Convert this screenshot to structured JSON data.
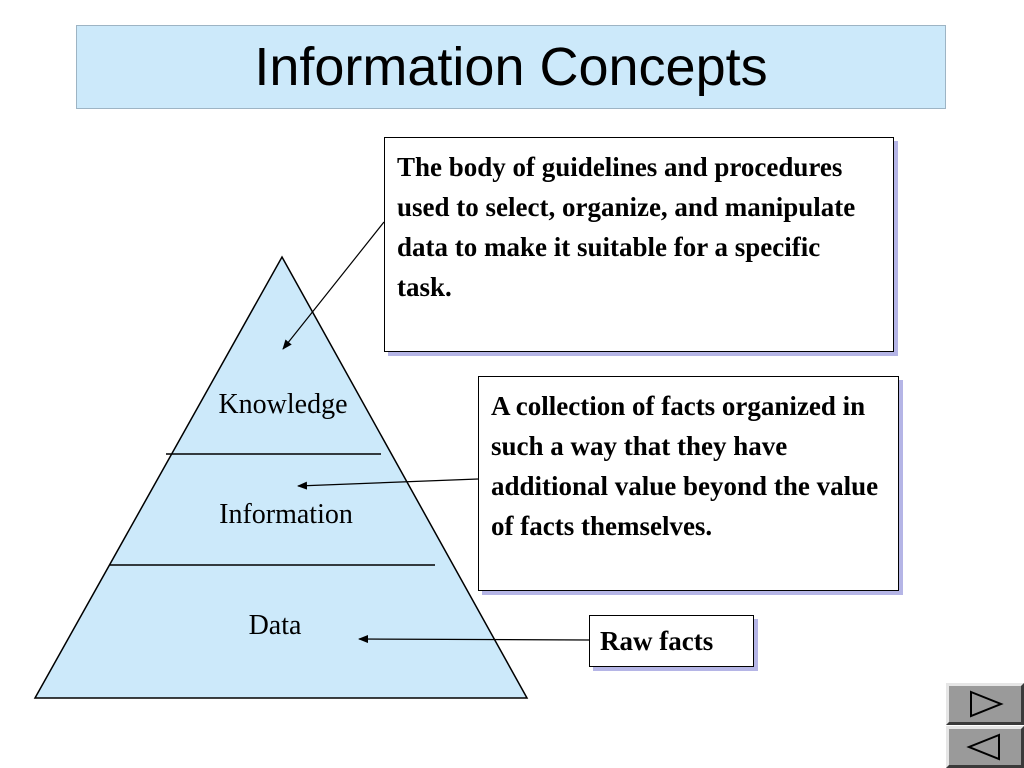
{
  "title": "Information Concepts",
  "pyramid": {
    "levels": [
      {
        "label": "Knowledge"
      },
      {
        "label": "Information"
      },
      {
        "label": "Data"
      }
    ]
  },
  "callouts": {
    "knowledge": "The body of guidelines and procedures used to select, organize, and manipulate data to make it suitable for a specific task.",
    "information": "A collection of facts organized in such a way that they have additional value beyond the value of facts themselves.",
    "data": "Raw facts"
  },
  "colors": {
    "title_fill": "#cce9fa",
    "pyramid_fill": "#cce9fa",
    "callout_shadow": "#b5b5e6",
    "nav_button": "#9a9a9a"
  },
  "nav": {
    "next_icon": "play-right-icon",
    "prev_icon": "play-left-icon"
  }
}
